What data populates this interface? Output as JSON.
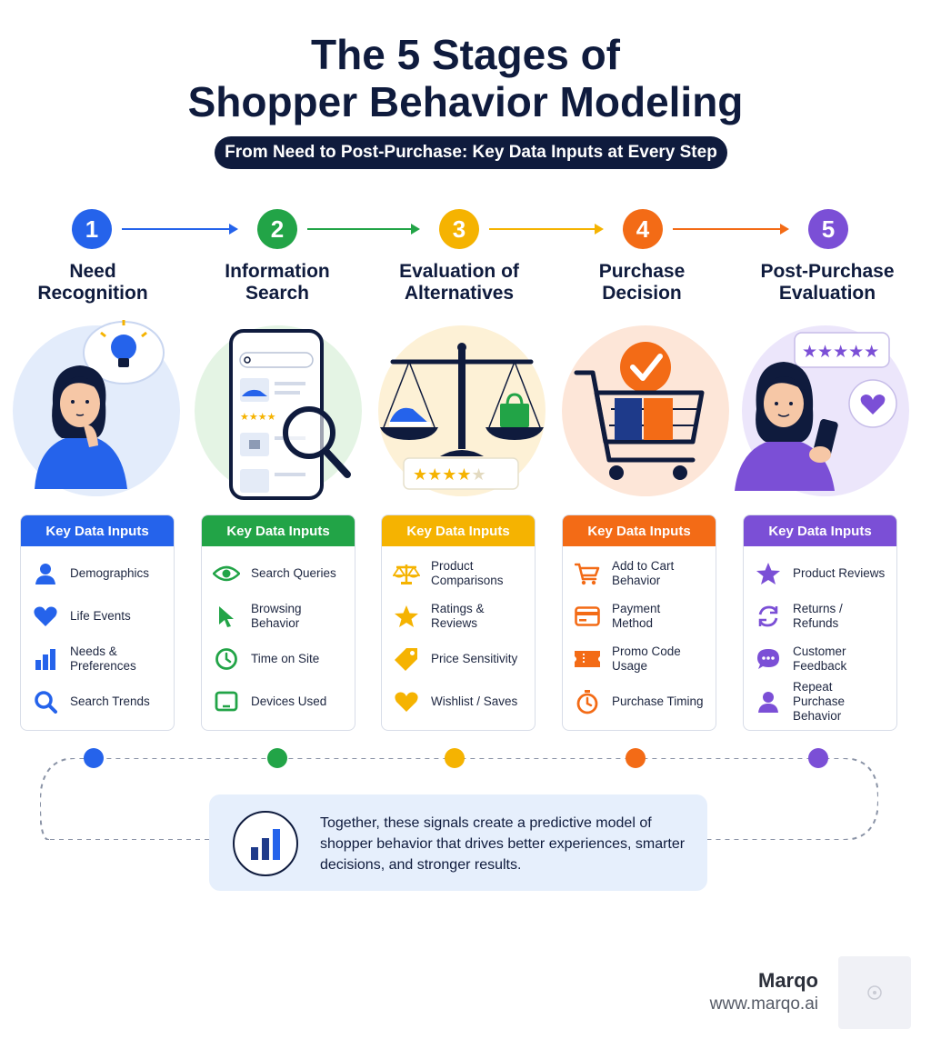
{
  "header": {
    "title_line1": "The 5 Stages of",
    "title_line2": "Shopper Behavior Modeling",
    "subtitle": "From Need to Post-Purchase: Key Data Inputs at Every Step"
  },
  "colors": {
    "blue": "#2563eb",
    "green": "#22a447",
    "yellow": "#f5b301",
    "orange": "#f36b16",
    "purple": "#7b4fd6",
    "navy": "#0f1b3d"
  },
  "stages": [
    {
      "number": "1",
      "name_line1": "Need",
      "name_line2": "Recognition",
      "card_title": "Key Data Inputs",
      "inputs": [
        {
          "icon": "user-icon",
          "label": "Demographics"
        },
        {
          "icon": "heart-icon",
          "label": "Life Events"
        },
        {
          "icon": "bar-chart-icon",
          "label": "Needs & Preferences"
        },
        {
          "icon": "search-icon",
          "label": "Search Trends"
        }
      ]
    },
    {
      "number": "2",
      "name_line1": "Information",
      "name_line2": "Search",
      "card_title": "Key Data Inputs",
      "inputs": [
        {
          "icon": "eye-icon",
          "label": "Search Queries"
        },
        {
          "icon": "cursor-icon",
          "label": "Browsing Behavior"
        },
        {
          "icon": "clock-icon",
          "label": "Time on Site"
        },
        {
          "icon": "tablet-icon",
          "label": "Devices Used"
        }
      ]
    },
    {
      "number": "3",
      "name_line1": "Evaluation of",
      "name_line2": "Alternatives",
      "card_title": "Key Data Inputs",
      "inputs": [
        {
          "icon": "scale-icon",
          "label": "Product Comparisons"
        },
        {
          "icon": "star-icon",
          "label": "Ratings & Reviews"
        },
        {
          "icon": "price-tag-icon",
          "label": "Price Sensitivity"
        },
        {
          "icon": "heart-icon",
          "label": "Wishlist / Saves"
        }
      ]
    },
    {
      "number": "4",
      "name_line1": "Purchase",
      "name_line2": "Decision",
      "card_title": "Key Data Inputs",
      "inputs": [
        {
          "icon": "cart-icon",
          "label": "Add to Cart Behavior"
        },
        {
          "icon": "credit-card-icon",
          "label": "Payment Method"
        },
        {
          "icon": "ticket-icon",
          "label": "Promo Code Usage"
        },
        {
          "icon": "stopwatch-icon",
          "label": "Purchase Timing"
        }
      ]
    },
    {
      "number": "5",
      "name_line1": "Post-Purchase",
      "name_line2": "Evaluation",
      "card_title": "Key Data Inputs",
      "inputs": [
        {
          "icon": "star-icon",
          "label": "Product Reviews"
        },
        {
          "icon": "refresh-icon",
          "label": "Returns / Refunds"
        },
        {
          "icon": "chat-icon",
          "label": "Customer Feedback"
        },
        {
          "icon": "user-icon",
          "label": "Repeat Purchase Behavior"
        }
      ]
    }
  ],
  "summary": {
    "text": "Together, these signals create a predictive model of shopper behavior that drives better experiences, smarter decisions, and stronger results."
  },
  "brand": {
    "name": "Marqo",
    "url": "www.marqo.ai"
  }
}
